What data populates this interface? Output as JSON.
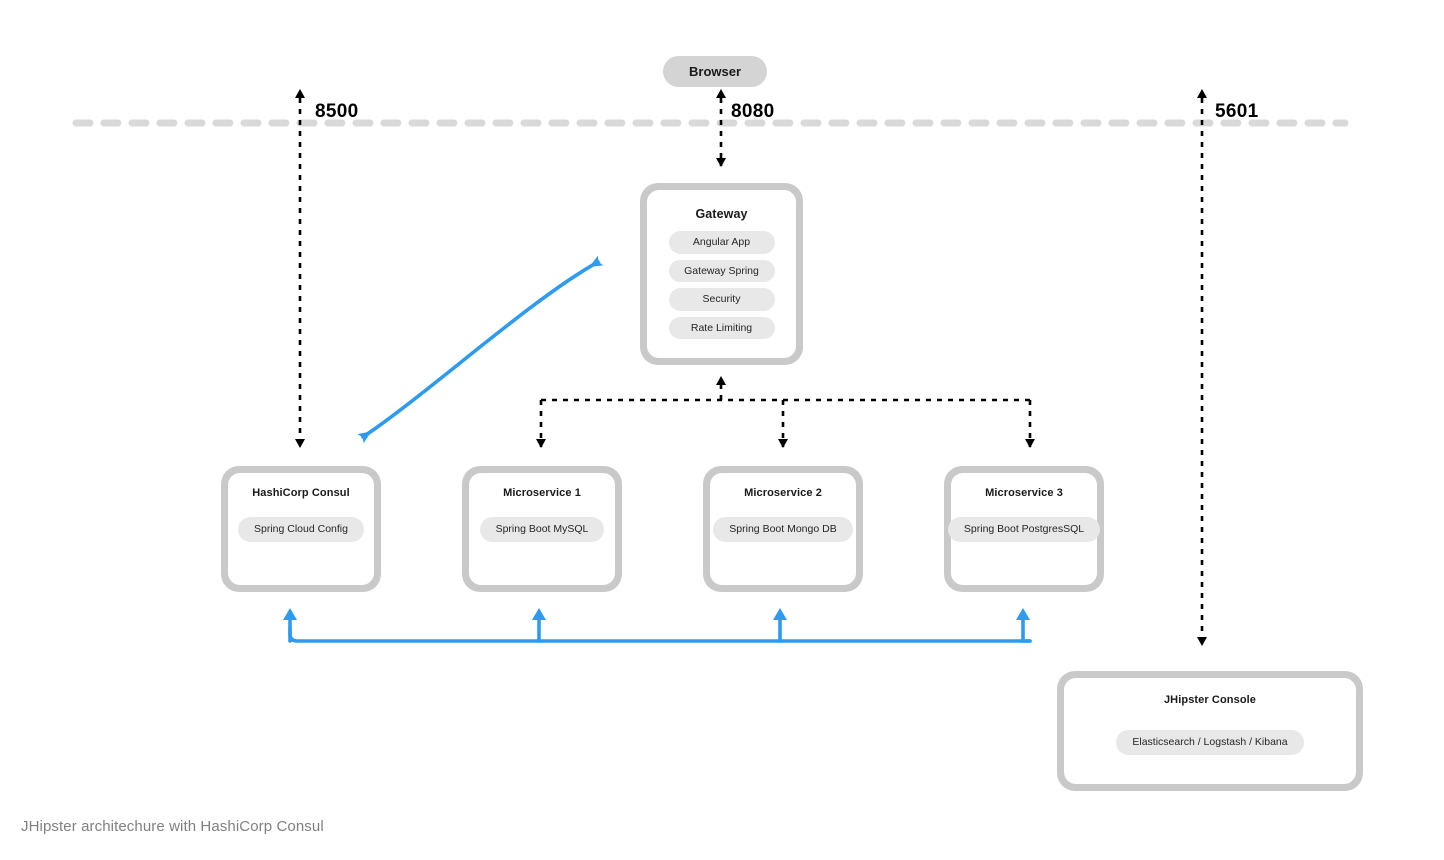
{
  "diagram": {
    "caption": "JHipster architechure with HashiCorp Consul",
    "colors": {
      "accent_blue": "#2e9bf0",
      "node_border": "#c9c9c9",
      "pill_bg": "#e8e8e8",
      "pill_strong_bg": "#d4d4d4",
      "boundary_dash": "#d9d9d9",
      "edge_black": "#000000",
      "caption_text": "#808080"
    }
  },
  "boundary": {
    "name": "network-boundary-line",
    "style": "dashed"
  },
  "browser": {
    "label": "Browser"
  },
  "ports": [
    {
      "id": "8500",
      "label": "8500",
      "target": "HashiCorp Consul"
    },
    {
      "id": "8080",
      "label": "8080",
      "target": "Gateway"
    },
    {
      "id": "5601",
      "label": "5601",
      "target": "JHipster Console"
    }
  ],
  "gateway": {
    "title": "Gateway",
    "components": [
      "Angular App",
      "Gateway Spring",
      "Security",
      "Rate Limiting"
    ]
  },
  "services": [
    {
      "id": "consul",
      "title": "HashiCorp Consul",
      "component": "Spring Cloud Config"
    },
    {
      "id": "ms1",
      "title": "Microservice 1",
      "component": "Spring Boot MySQL"
    },
    {
      "id": "ms2",
      "title": "Microservice 2",
      "component": "Spring Boot Mongo DB"
    },
    {
      "id": "ms3",
      "title": "Microservice 3",
      "component": "Spring Boot PostgresSQL"
    }
  ],
  "console": {
    "title": "JHipster Console",
    "component": "Elasticsearch / Logstash / Kibana"
  },
  "connections": [
    {
      "name": "browser-to-gateway",
      "style": "dashed",
      "color": "#000000",
      "arrows": "both"
    },
    {
      "name": "boundary-to-consul",
      "style": "dashed",
      "color": "#000000",
      "arrows": "both"
    },
    {
      "name": "boundary-to-console",
      "style": "dashed",
      "color": "#000000",
      "arrows": "both"
    },
    {
      "name": "gateway-to-microservices-bus",
      "style": "dashed",
      "color": "#000000",
      "arrows": "both"
    },
    {
      "name": "consul-to-gateway-registration",
      "style": "solid",
      "color": "#2e9bf0",
      "arrows": "both"
    },
    {
      "name": "logging-bus-to-services",
      "style": "solid",
      "color": "#2e9bf0",
      "arrows": "up"
    }
  ]
}
